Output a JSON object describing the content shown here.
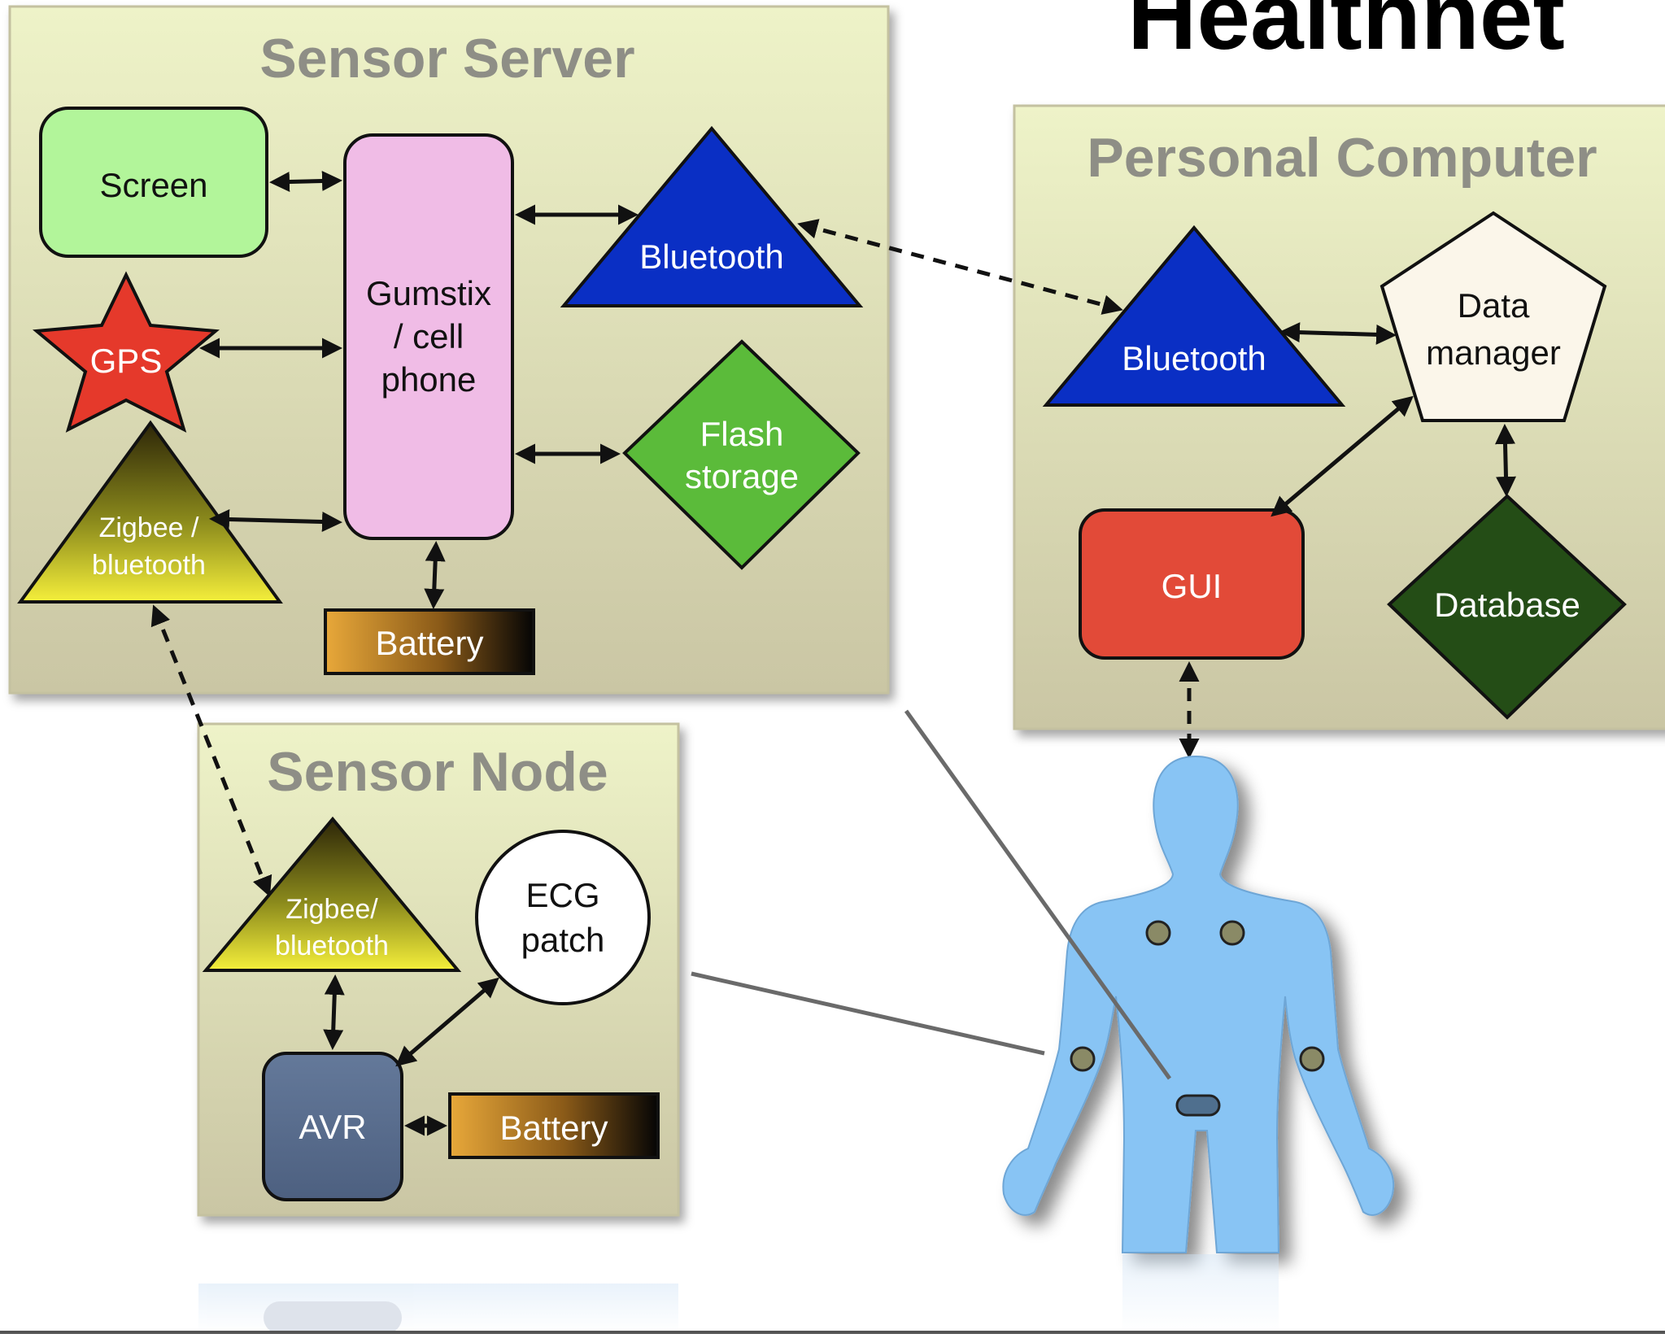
{
  "title": "Healthnet",
  "panels": {
    "sensor_server": {
      "title": "Sensor Server",
      "screen": "Screen",
      "gumstix": [
        "Gumstix",
        "/ cell",
        "phone"
      ],
      "bluetooth": "Bluetooth",
      "gps": "GPS",
      "flash": [
        "Flash",
        "storage"
      ],
      "zigbee": [
        "Zigbee /",
        "bluetooth"
      ],
      "battery": "Battery"
    },
    "personal_computer": {
      "title": "Personal Computer",
      "bluetooth": "Bluetooth",
      "data_manager": [
        "Data",
        "manager"
      ],
      "gui": "GUI",
      "database": "Database"
    },
    "sensor_node": {
      "title": "Sensor Node",
      "zigbee": [
        "Zigbee/",
        "bluetooth"
      ],
      "ecg": [
        "ECG",
        "patch"
      ],
      "avr": "AVR",
      "battery": "Battery"
    }
  },
  "colors": {
    "panel_top": "#eef3c8",
    "panel_bottom": "#cac6a4",
    "screen": "#b2f59a",
    "gumstix": "#f0bce6",
    "bluetooth": "#0a2fc4",
    "gps_star": "#e5392b",
    "flash": "#5bbb3a",
    "gui": "#e24a38",
    "database": "#244d16",
    "data_manager": "#fbf6ea",
    "avr": "#566a86",
    "body": "#88c4f4"
  }
}
